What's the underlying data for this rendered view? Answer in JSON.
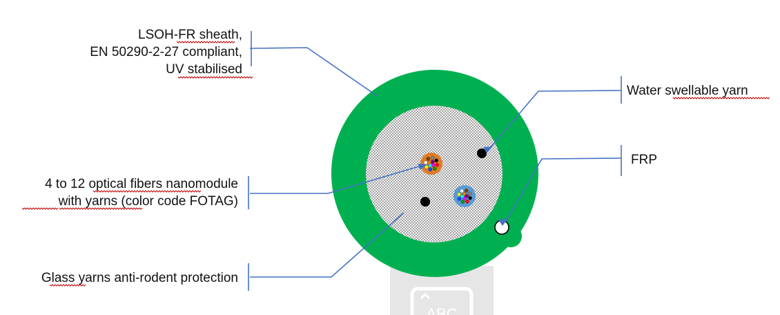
{
  "labels": {
    "sheath": [
      "LSOH-FR sheath,",
      "EN 50290-2-27 compliant,",
      "UV stabilised"
    ],
    "fibers": [
      "4 to 12 optical fibers nanomodule",
      "with yarns (color code FOTAG)"
    ],
    "glass": [
      "Glass yarns anti-rodent protection"
    ],
    "water": [
      "Water swellable yarn"
    ],
    "frp": [
      "FRP"
    ]
  },
  "watermark": {
    "text": "ABC"
  },
  "colors": {
    "sheath": "#00b050",
    "core": "#f2f2f2",
    "leader": "#4472c4",
    "module_orange": "#e07b27",
    "module_blue": "#5b9bd5",
    "yarn": "#000000",
    "spellcheck": "#c00000"
  },
  "fiber_colors": [
    "#ff0000",
    "#00a000",
    "#0050ff",
    "#ffff00",
    "#ffffff",
    "#7f3f00",
    "#808080",
    "#000000",
    "#ff00ff",
    "#00ffff",
    "#ff8000",
    "#800080"
  ]
}
